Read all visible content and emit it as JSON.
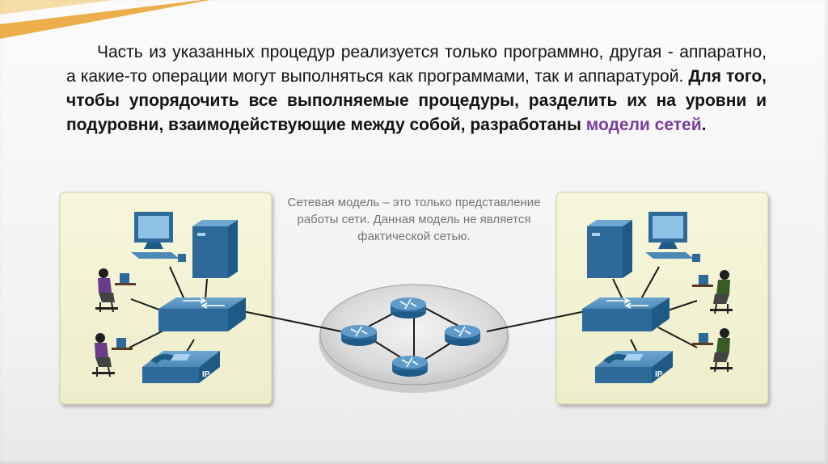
{
  "slide": {
    "paragraph": {
      "plain": "Часть из указанных процедур реализуется только программно, другая - аппаратно, а какие-то операции могут выполняться как программами, так и аппаратурой. ",
      "bold": "Для того, чтобы упорядочить все выполняемые процедуры, разделить их на уровни и подуровни, взаимодействующие между собой, разработаны ",
      "highlight": "модели сетей",
      "end": "."
    },
    "accent_color": "#e8a02a",
    "highlight_color": "#7a3d9c"
  },
  "diagram": {
    "callout": "Сетевая модель – это только представление работы сети. Данная модель не является фактической сетью.",
    "phone_label_left": "IP",
    "phone_label_right": "IP",
    "panel_color": "#f2f2d2",
    "device_color": "#2d6a9a",
    "icons": [
      "workstation-icon",
      "server-icon",
      "switch-icon",
      "ip-phone-icon",
      "user-icon",
      "router-icon"
    ]
  }
}
